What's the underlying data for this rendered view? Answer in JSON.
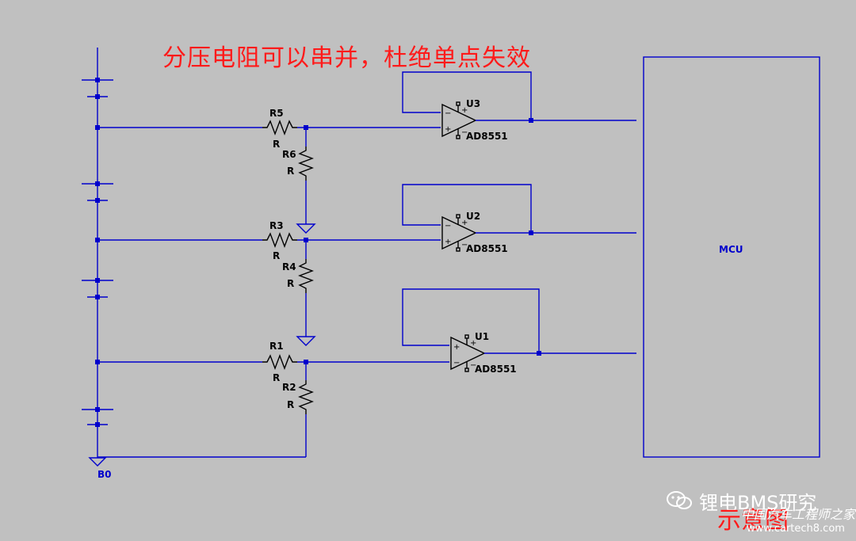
{
  "headline": "分压电阻可以串并，杜绝单点失效",
  "caption": "示意图",
  "brand": {
    "name": "锂电BMS研究",
    "icon": "wechat-icon"
  },
  "watermark": {
    "site_name": "中国汽车工程师之家",
    "url": "www.cartech8.com"
  },
  "colors": {
    "wire": "#0000cc",
    "component": "#000000",
    "headline": "#ff1a1a",
    "background": "#c0c0c0"
  },
  "resistors": [
    {
      "ref": "R5",
      "value": "R"
    },
    {
      "ref": "R6",
      "value": "R"
    },
    {
      "ref": "R3",
      "value": "R"
    },
    {
      "ref": "R4",
      "value": "R"
    },
    {
      "ref": "R1",
      "value": "R"
    },
    {
      "ref": "R2",
      "value": "R"
    }
  ],
  "opamps": [
    {
      "ref": "U3",
      "part": "AD8551"
    },
    {
      "ref": "U2",
      "part": "AD8551"
    },
    {
      "ref": "U1",
      "part": "AD8551"
    }
  ],
  "pin_marks": {
    "minus": "−",
    "plus": "+"
  },
  "mcu_label": "MCU",
  "ground_net": "B0"
}
